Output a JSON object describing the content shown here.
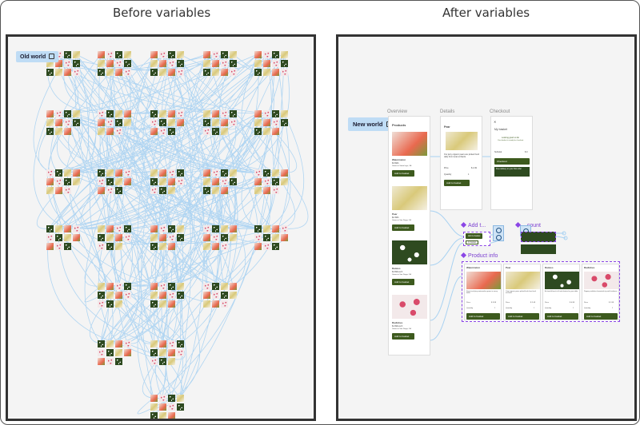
{
  "headings": {
    "before": "Before variables",
    "after": "After variables"
  },
  "left_panel": {
    "tag": "Old world",
    "tag_icon": "frame-icon"
  },
  "right_panel": {
    "tag": "New world",
    "tag_icon": "frame-icon",
    "frames": {
      "overview": "Overview",
      "details": "Details",
      "checkout": "Checkout"
    },
    "overview": {
      "title": "Products",
      "products": [
        {
          "name": "Watermelon",
          "price": "$3.99/lb",
          "meta": "Grown in Santa Ingo, CA",
          "button": "Add to basket"
        },
        {
          "name": "Pear",
          "price": "$2.49/lb",
          "meta": "Grown in San Diego, CA",
          "button": "Add to basket"
        },
        {
          "name": "Daisies",
          "price": "$4.99/bunch",
          "meta": "Grown in San Diego, CA",
          "button": "Add to basket"
        },
        {
          "name": "Radishes",
          "price": "$1.99/bunch",
          "meta": "Grown in San Diego, CA",
          "button": "Add to basket"
        }
      ]
    },
    "details": {
      "title": "Pear",
      "desc": "Our juicy organic pears are picked fresh daily from local orchards.",
      "price_label": "Price",
      "price_value": "$ 2.49",
      "qty_label": "Quantity",
      "qty_value": "1",
      "button": "Add to basket"
    },
    "checkout": {
      "title": "My basket",
      "empty_title": "Looking good so far",
      "empty_sub": "Your basket is ready for checkout",
      "subtotal_label": "Subtotal",
      "subtotal_value": "$ 0",
      "button": "Checkout",
      "promo": "Free delivery on your first order"
    },
    "components": {
      "add_to_basket": "Add t...",
      "discount": "...count",
      "product_info": "Product info",
      "add_btn": "Add to basket",
      "in_basket": "In basket"
    },
    "product_info": [
      {
        "name": "Watermelon",
        "desc": "Sweet and juicy watermelon grown in sunny fields.",
        "price_label": "Price",
        "price": "$ 3.99",
        "qty_label": "Quantity",
        "qty": "1",
        "button": "Add to basket"
      },
      {
        "name": "Pear",
        "desc": "Crisp organic pears picked fresh from local orchards.",
        "price_label": "Price",
        "price": "$ 2.49",
        "qty_label": "Quantity",
        "qty": "1",
        "button": "Add to basket"
      },
      {
        "name": "Daisies",
        "desc": "A cheerful bunch of fresh daisies for your table.",
        "price_label": "Price",
        "price": "$ 4.99",
        "qty_label": "Quantity",
        "qty": "1",
        "button": "Add to basket"
      },
      {
        "name": "Radishes",
        "desc": "Peppery radishes harvested at peak freshness.",
        "price_label": "Price",
        "price": "$ 1.99",
        "qty_label": "Quantity",
        "qty": "1",
        "button": "Add to basket"
      }
    ]
  },
  "colors": {
    "wire": "#a9d2f2",
    "tag_bg": "#bfdcf5",
    "button_green": "#3d5a1e",
    "component_purple": "#8b46e6"
  }
}
